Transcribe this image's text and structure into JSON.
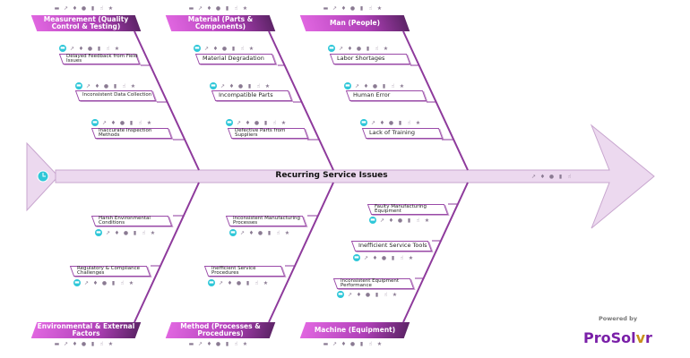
{
  "problem": "Recurring Service Issues",
  "icon_set": [
    "folder-icon",
    "external-link-icon",
    "pin-icon",
    "user-icon",
    "document-icon",
    "hand-icon",
    "star-icon"
  ],
  "categories": {
    "measurement": {
      "title": "Measurement (Quality Control & Testing)",
      "causes": [
        "Delayed Feedback from Field Issues",
        "Inconsistent Data Collection",
        "Inaccurate Inspection Methods"
      ]
    },
    "material": {
      "title": "Material (Parts & Components)",
      "causes": [
        "Material Degradation",
        "Incompatible Parts",
        "Defective Parts from Suppliers"
      ]
    },
    "man": {
      "title": "Man (People)",
      "causes": [
        "Labor Shortages",
        "Human Error",
        "Lack of Training"
      ]
    },
    "environment": {
      "title": "Environmental & External Factors",
      "causes": [
        "Harsh Environmental Conditions",
        "Regulatory & Compliance Challenges"
      ]
    },
    "method": {
      "title": "Method (Processes & Procedures)",
      "causes": [
        "Inconsistent Manufacturing Processes",
        "Inefficient Service Procedures"
      ]
    },
    "machine": {
      "title": "Machine (Equipment)",
      "causes": [
        "Faulty Manufacturing Equipment",
        "Inefficient Service Tools",
        "Inconsistent Equipment Performance"
      ]
    }
  },
  "footer": {
    "powered_by": "Powered by",
    "brand_a": "ProSol",
    "brand_b": "v",
    "brand_c": "r"
  },
  "colors": {
    "accent": "#9a3fa6",
    "arrow": "#ecd9ef"
  }
}
